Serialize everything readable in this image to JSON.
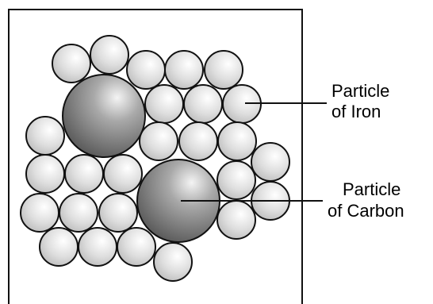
{
  "diagram": {
    "labels": {
      "iron_line1": "Particle",
      "iron_line2": "of Iron",
      "carbon_line1": "Particle",
      "carbon_line2": "of Carbon"
    },
    "colors": {
      "small_particle_light": "#ffffff",
      "small_particle_dark": "#b9b9b9",
      "large_particle_light": "#f4f4f4",
      "large_particle_dark": "#555555",
      "outline": "#111111"
    }
  }
}
